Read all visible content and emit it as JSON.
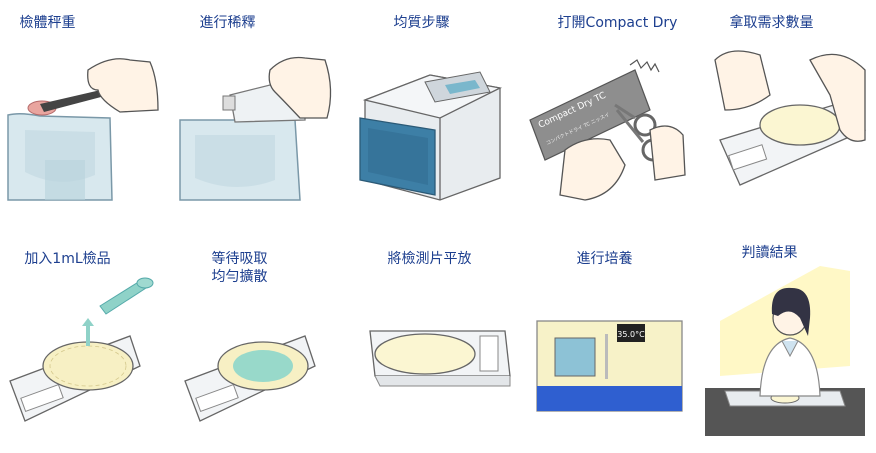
{
  "steps": [
    {
      "label": "檢體秤重"
    },
    {
      "label": "進行稀釋"
    },
    {
      "label": "均質步驟"
    },
    {
      "label": "打開Compact Dry"
    },
    {
      "label": "拿取需求數量"
    },
    {
      "label": "加入1mL檢品"
    },
    {
      "label": "等待吸取\n均勻擴散"
    },
    {
      "label": "將檢測片平放"
    },
    {
      "label": "進行培養"
    },
    {
      "label": "判讀結果"
    }
  ],
  "packet": {
    "brand": "Compact Dry TC",
    "small": "コンパクトドライ TC ニッスイ"
  },
  "incubator": {
    "temp": "35.0°C"
  },
  "colors": {
    "label": "#1d3f8f",
    "machine_blue": "#3d7fa6",
    "incubator_blue": "#2f5fd0",
    "plate_cream": "#fbf6d2",
    "plate_teal": "#7fd3cc"
  }
}
